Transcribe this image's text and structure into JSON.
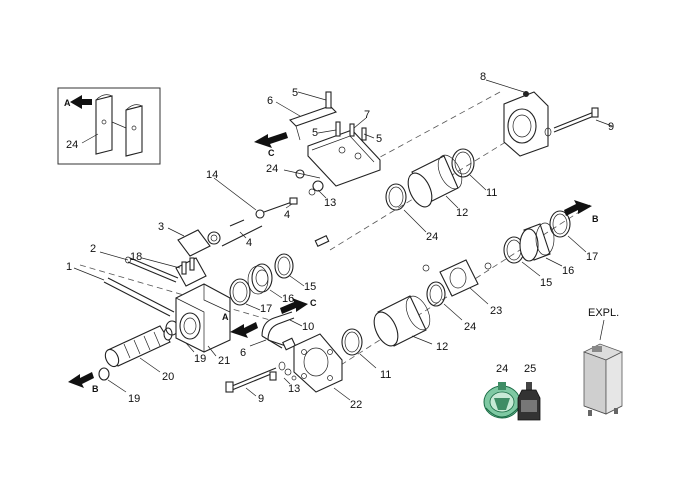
{
  "callouts": {
    "c1": "1",
    "c2": "2",
    "c3": "3",
    "c4a": "4",
    "c4b": "4",
    "c5a": "5",
    "c5b": "5",
    "c5c": "5",
    "c6a": "6",
    "c6b": "6",
    "c7": "7",
    "c8": "8",
    "c9a": "9",
    "c9b": "9",
    "c10": "10",
    "c11a": "11",
    "c11b": "11",
    "c12a": "12",
    "c12b": "12",
    "c13a": "13",
    "c13b": "13",
    "c14": "14",
    "c15a": "15",
    "c15b": "15",
    "c16a": "16",
    "c16b": "16",
    "c17a": "17",
    "c17b": "17",
    "c18": "18",
    "c19a": "19",
    "c19b": "19",
    "c20": "20",
    "c21": "21",
    "c22": "22",
    "c23": "23",
    "c24a": "24",
    "c24b": "24",
    "c24c": "24",
    "c24d": "24",
    "c24e": "24",
    "c25": "25"
  },
  "arrow_letters": {
    "inset_a": "A",
    "main_a": "A",
    "top_c": "C",
    "mid_c": "C",
    "left_b": "B",
    "right_b": "B"
  },
  "expl_label": "EXPL.",
  "icons": [
    "direction-arrow-icon",
    "grease-tube-icon",
    "oil-bottle-icon",
    "machine-icon"
  ]
}
